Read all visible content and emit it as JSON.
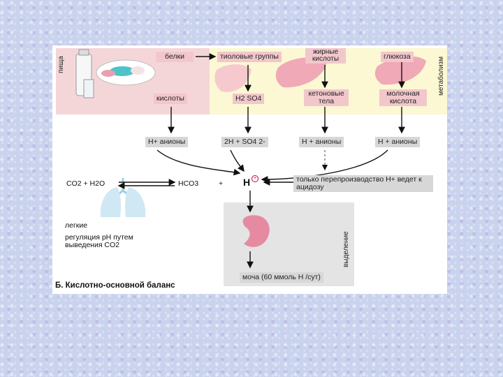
{
  "labels": {
    "food_vertical": "пища",
    "metabolism_vertical": "метаболизм",
    "excretion_vertical": "выделение",
    "proteins": "белки",
    "thiol_groups": "тиоловые группы",
    "fatty_acids": "жирные кислоты",
    "glucose": "глюкоза",
    "acids": "кислоты",
    "h2so4": "H2 SO4",
    "ketone_bodies": "кетоновые тела",
    "lactic_acid": "молочная кислота",
    "h_anions_1": "H+ анионы",
    "h_sulfate": "2H + SO4 2-",
    "h_anions_3": "H + анионы",
    "h_anions_4": "H + анионы",
    "co2_h2o": "CO2 + H2O",
    "hco3": "HCO3",
    "plus": "+",
    "h_center": "H",
    "overproduction": "только перепроизводство H+ ведет к ацидозу",
    "lungs": "легкие",
    "regulation": "регуляция рН путем выведения CO2",
    "urine": "моча (60 ммоль H /сут)",
    "caption": "Б. Кислотно-основной баланс"
  },
  "colors": {
    "pink_panel": "#f4d6d9",
    "yellow_panel": "#fbf8d3",
    "pill": "#f2c7cc",
    "arrow": "#111111",
    "ion_circle": "#cc0033"
  },
  "icons": [
    "milk-bottle-icon",
    "glass-icon",
    "plate-icon",
    "liver-icon",
    "lungs-icon",
    "kidney-icon"
  ]
}
